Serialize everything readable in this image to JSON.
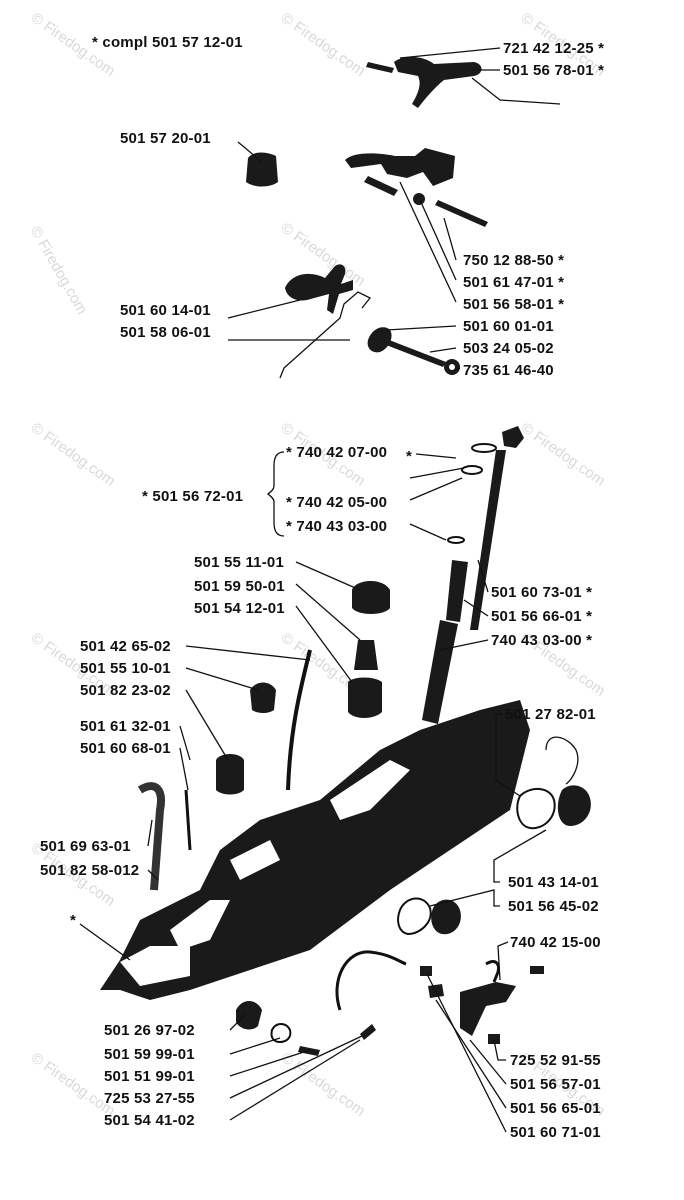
{
  "header": {
    "compl": "* compl 501 57 12-01"
  },
  "watermark": "© Firedog.com",
  "labels": {
    "l01": "721 42 12-25 *",
    "l02": "501 56 78-01 *",
    "l03": "501 57 20-01",
    "l04": "750 12 88-50 *",
    "l05": "501 61 47-01 *",
    "l06": "501 56 58-01 *",
    "l07": "501 60 14-01",
    "l08": "501 58 06-01",
    "l09": "501 60 01-01",
    "l10": "503 24 05-02",
    "l11": "735 61 46-40",
    "l12": "* 501 56 72-01",
    "l13": "* 740 42 07-00",
    "l14": "* 740 42 05-00",
    "l15": "* 740 43 03-00",
    "l16": "501 55 11-01",
    "l17": "501 59 50-01",
    "l18": "501 54 12-01",
    "l19": "501 60 73-01 *",
    "l20": "501 56 66-01 *",
    "l21": "740 43 03-00 *",
    "l22": "501 42 65-02",
    "l23": "501 55 10-01",
    "l24": "501 82 23-02",
    "l25": "501 27 82-01",
    "l26": "501 61 32-01",
    "l27": "501 60 68-01",
    "l28": "501 69 63-01",
    "l29": "501 82 58-012",
    "l30": "501 43 14-01",
    "l31": "501 56 45-02",
    "l32": "740 42 15-00",
    "l33": "501 26 97-02",
    "l34": "501 59 99-01",
    "l35": "501 51 99-01",
    "l36": "725 53 27-55",
    "l37": "501 54 41-02",
    "l38": "725 52 91-55",
    "l39": "501 56 57-01",
    "l40": "501 56 65-01",
    "l41": "501 60 71-01",
    "star": "*"
  }
}
